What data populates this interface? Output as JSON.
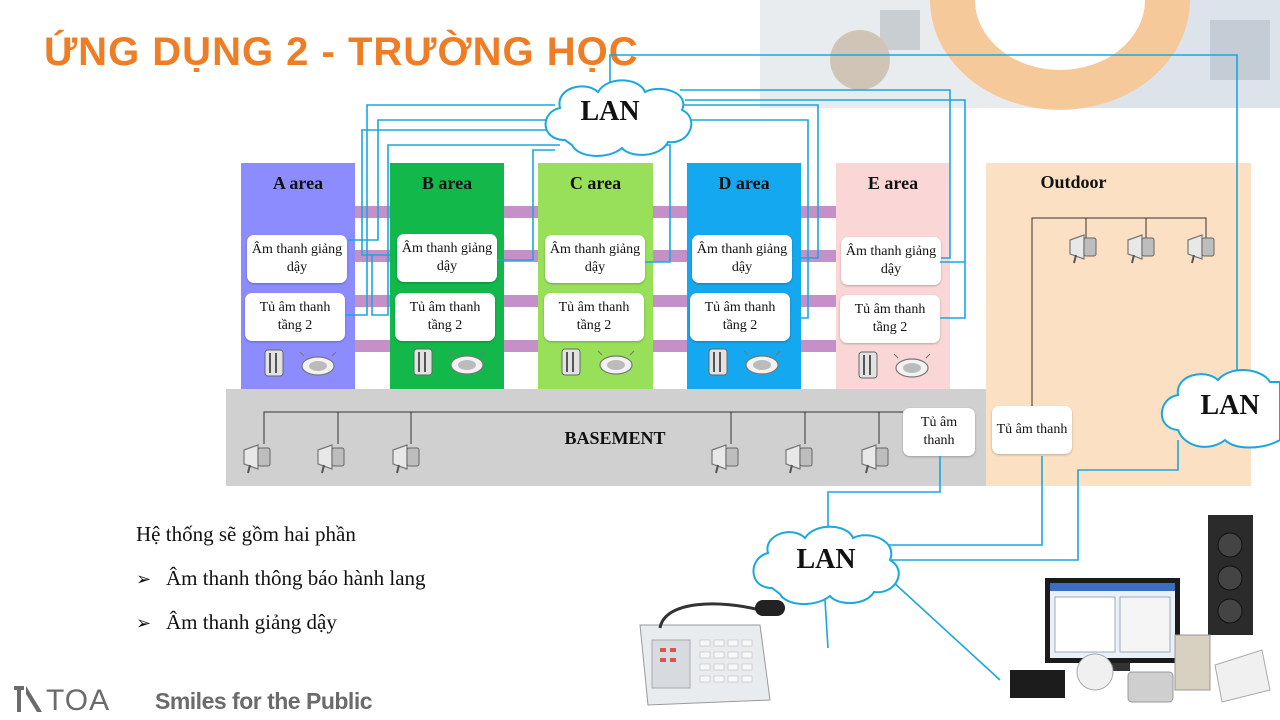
{
  "title": "ỨNG DỤNG 2 - TRƯỜNG HỌC",
  "areas": [
    {
      "name": "A area",
      "teaching_box": "Âm thanh giảng dậy",
      "cabinet_box": "Tủ âm thanh tầng 2",
      "color": "#8c8cff"
    },
    {
      "name": "B area",
      "teaching_box": "Âm thanh giảng dậy",
      "cabinet_box": "Tủ âm thanh tầng 2",
      "color": "#12b84a"
    },
    {
      "name": "C area",
      "teaching_box": "Âm thanh giảng dậy",
      "cabinet_box": "Tủ âm thanh tầng 2",
      "color": "#98e05a"
    },
    {
      "name": "D area",
      "teaching_box": "Âm thanh giảng dậy",
      "cabinet_box": "Tủ âm thanh tầng 2",
      "color": "#14a8f0"
    },
    {
      "name": "E area",
      "teaching_box": "Âm thanh giảng dậy",
      "cabinet_box": "Tủ âm thanh tầng 2",
      "color": "#fbd6d6"
    }
  ],
  "floor_band_color": "#c58fc7",
  "basement": {
    "label": "BASEMENT",
    "cabinet": "Tủ âm thanh",
    "color": "#d0d0d0"
  },
  "outdoor": {
    "label": "Outdoor",
    "cabinet": "Tủ âm thanh",
    "color": "#fbe0c4"
  },
  "lan_labels": {
    "top": "LAN",
    "right": "LAN",
    "bottom": "LAN"
  },
  "lan_line_color": "#1aa7e0",
  "description": {
    "intro": "Hệ thống sẽ gồm hai phần",
    "items": [
      "Âm thanh thông báo hành lang",
      "Âm thanh giảng dậy"
    ],
    "bullet_symbol": "➢"
  },
  "footer": {
    "logo": "TOA",
    "slogan": "Smiles for the Public"
  },
  "accent_color": "#ee7d25",
  "icons": [
    "horn-speaker-icon",
    "column-speaker-icon",
    "ceiling-speaker-icon",
    "microphone-console-icon",
    "pc-control-system-icon",
    "cloud-icon"
  ]
}
